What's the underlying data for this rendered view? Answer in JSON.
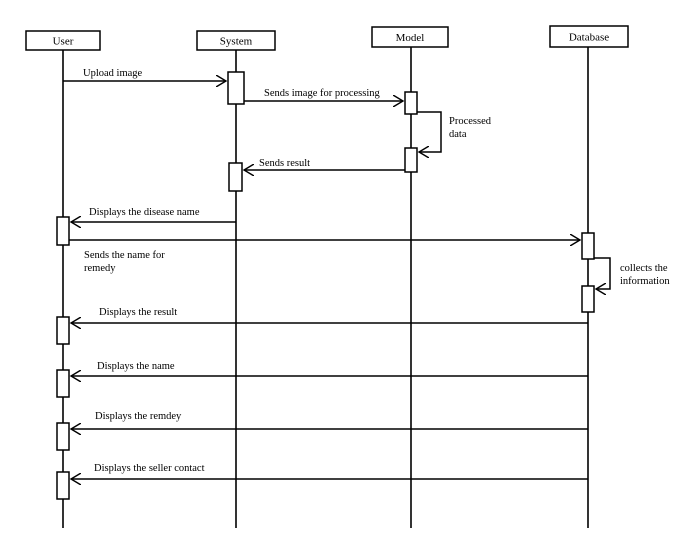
{
  "diagram": {
    "type": "sequence",
    "participants": [
      {
        "id": "user",
        "label": "User"
      },
      {
        "id": "system",
        "label": "System"
      },
      {
        "id": "model",
        "label": "Model"
      },
      {
        "id": "database",
        "label": "Database"
      }
    ],
    "messages": [
      {
        "from": "user",
        "to": "system",
        "label": "Upload image"
      },
      {
        "from": "system",
        "to": "model",
        "label": "Sends image for processing"
      },
      {
        "from": "model",
        "to": "model",
        "label_lines": [
          "Processed",
          "data"
        ]
      },
      {
        "from": "model",
        "to": "system",
        "label": "Sends result"
      },
      {
        "from": "system",
        "to": "user",
        "label": "Displays the disease name"
      },
      {
        "from": "user",
        "to": "database",
        "label_lines": [
          "Sends the name for",
          "remedy"
        ]
      },
      {
        "from": "database",
        "to": "database",
        "label_lines": [
          "collects the",
          "information"
        ]
      },
      {
        "from": "database",
        "to": "user",
        "label": "Displays the result"
      },
      {
        "from": "database",
        "to": "user",
        "label": "Displays the name"
      },
      {
        "from": "database",
        "to": "user",
        "label": "Displays the remdey"
      },
      {
        "from": "database",
        "to": "user",
        "label": "Displays the seller contact"
      }
    ]
  }
}
